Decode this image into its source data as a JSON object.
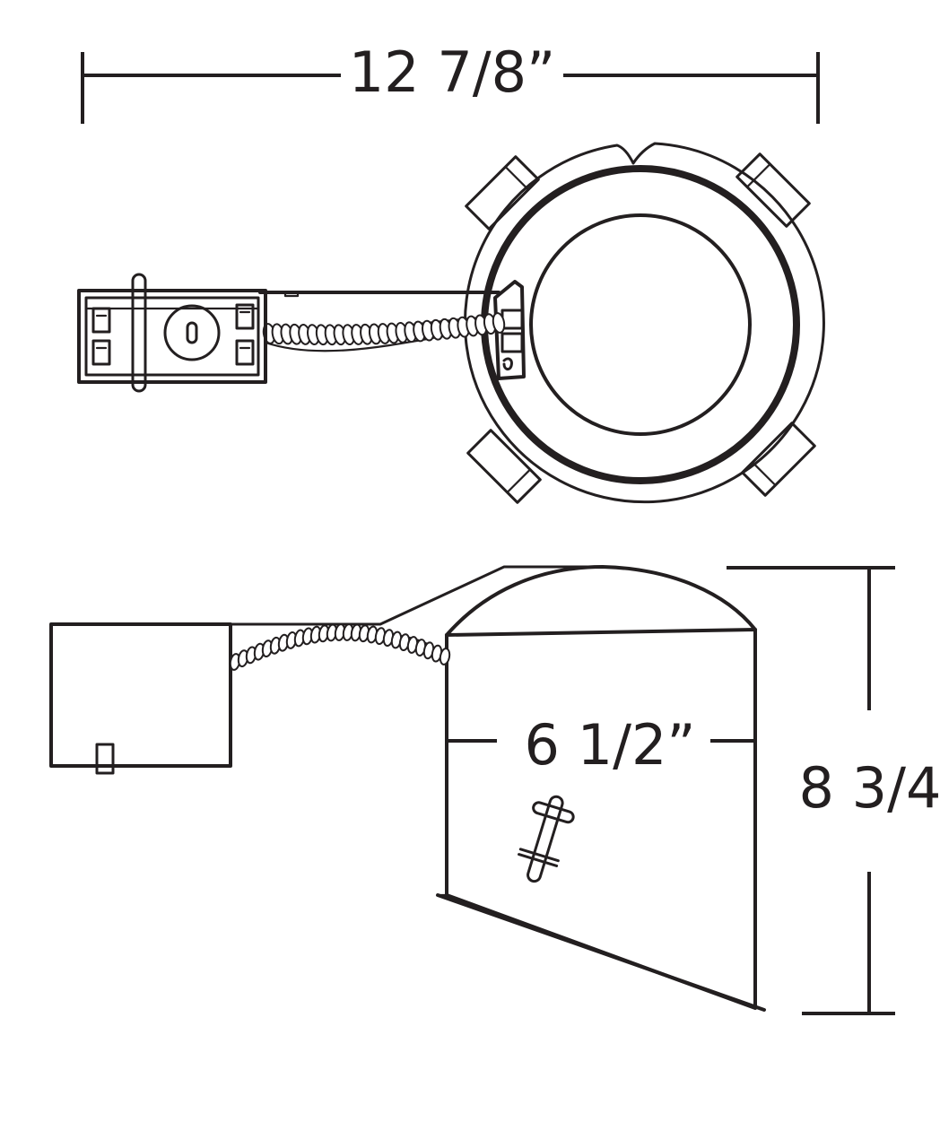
{
  "dimensions": {
    "overall_width": "12 7/8”",
    "housing_diameter": "6 1/2”",
    "height": "8 3/4"
  },
  "colors": {
    "ink": "#231f20",
    "background": "#ffffff"
  }
}
